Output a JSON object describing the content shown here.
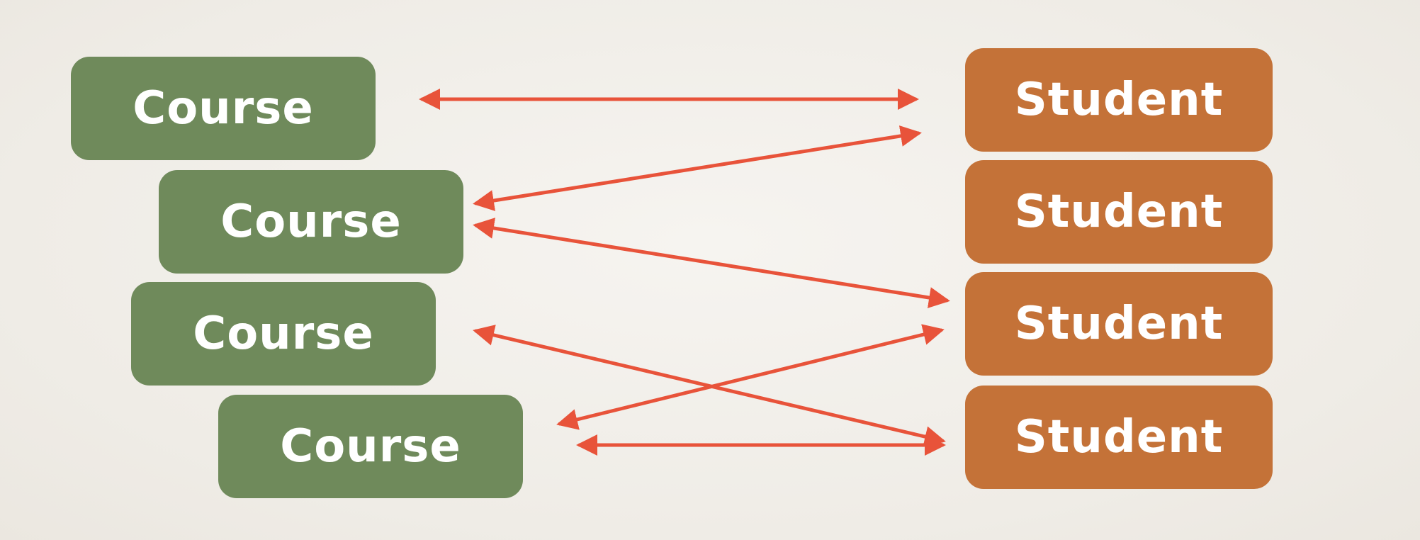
{
  "colors": {
    "background": "#f2efea",
    "course_fill": "#6f8a5b",
    "student_fill": "#c47238",
    "arrow": "#e8533a"
  },
  "courses": [
    {
      "label": "Course"
    },
    {
      "label": "Course"
    },
    {
      "label": "Course"
    },
    {
      "label": "Course"
    }
  ],
  "students": [
    {
      "label": "Student"
    },
    {
      "label": "Student"
    },
    {
      "label": "Student"
    },
    {
      "label": "Student"
    }
  ],
  "links": [
    {
      "course": 0,
      "student": 0,
      "style": "double-headed"
    },
    {
      "course": 1,
      "student": 0,
      "style": "double-headed"
    },
    {
      "course": 1,
      "student": 2,
      "style": "double-headed"
    },
    {
      "course": 2,
      "student": 3,
      "style": "double-headed"
    },
    {
      "course": 3,
      "student": 2,
      "style": "double-headed"
    },
    {
      "course": 3,
      "student": 3,
      "style": "double-headed"
    }
  ]
}
